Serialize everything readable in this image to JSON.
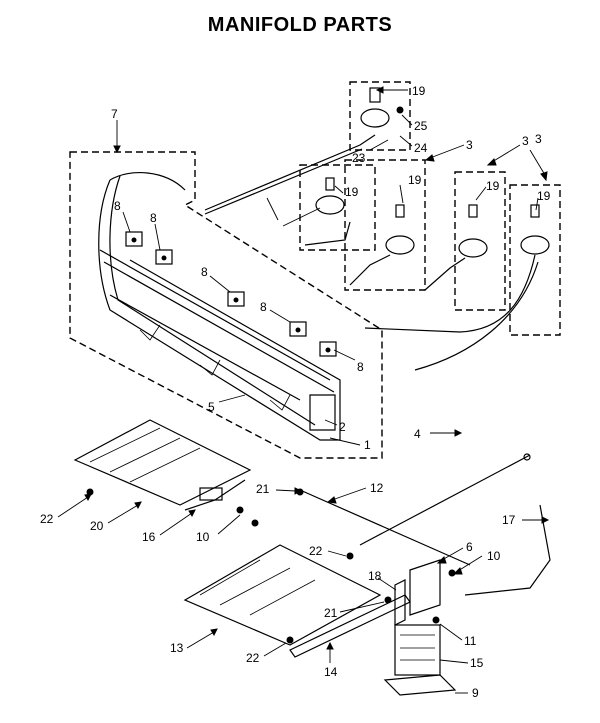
{
  "title": "MANIFOLD PARTS",
  "callouts": [
    {
      "id": "c19a",
      "text": "19"
    },
    {
      "id": "c25",
      "text": "25"
    },
    {
      "id": "c24",
      "text": "24"
    },
    {
      "id": "c23",
      "text": "23"
    },
    {
      "id": "c7",
      "text": "7"
    },
    {
      "id": "c3a",
      "text": "3"
    },
    {
      "id": "c3b",
      "text": "3"
    },
    {
      "id": "c3c",
      "text": "3"
    },
    {
      "id": "c19b",
      "text": "19"
    },
    {
      "id": "c19c",
      "text": "19"
    },
    {
      "id": "c19d",
      "text": "19"
    },
    {
      "id": "c19e",
      "text": "19"
    },
    {
      "id": "c8a",
      "text": "8"
    },
    {
      "id": "c8b",
      "text": "8"
    },
    {
      "id": "c8c",
      "text": "8"
    },
    {
      "id": "c8d",
      "text": "8"
    },
    {
      "id": "c8e",
      "text": "8"
    },
    {
      "id": "c5",
      "text": "5"
    },
    {
      "id": "c2",
      "text": "2"
    },
    {
      "id": "c1",
      "text": "1"
    },
    {
      "id": "c4",
      "text": "4"
    },
    {
      "id": "c21a",
      "text": "21"
    },
    {
      "id": "c12",
      "text": "12"
    },
    {
      "id": "c22a",
      "text": "22"
    },
    {
      "id": "c20",
      "text": "20"
    },
    {
      "id": "c16",
      "text": "16"
    },
    {
      "id": "c10a",
      "text": "10"
    },
    {
      "id": "c17",
      "text": "17"
    },
    {
      "id": "c22b",
      "text": "22"
    },
    {
      "id": "c6",
      "text": "6"
    },
    {
      "id": "c10b",
      "text": "10"
    },
    {
      "id": "c18",
      "text": "18"
    },
    {
      "id": "c21b",
      "text": "21"
    },
    {
      "id": "c11",
      "text": "11"
    },
    {
      "id": "c13",
      "text": "13"
    },
    {
      "id": "c22c",
      "text": "22"
    },
    {
      "id": "c14",
      "text": "14"
    },
    {
      "id": "c15",
      "text": "15"
    },
    {
      "id": "c9",
      "text": "9"
    }
  ]
}
